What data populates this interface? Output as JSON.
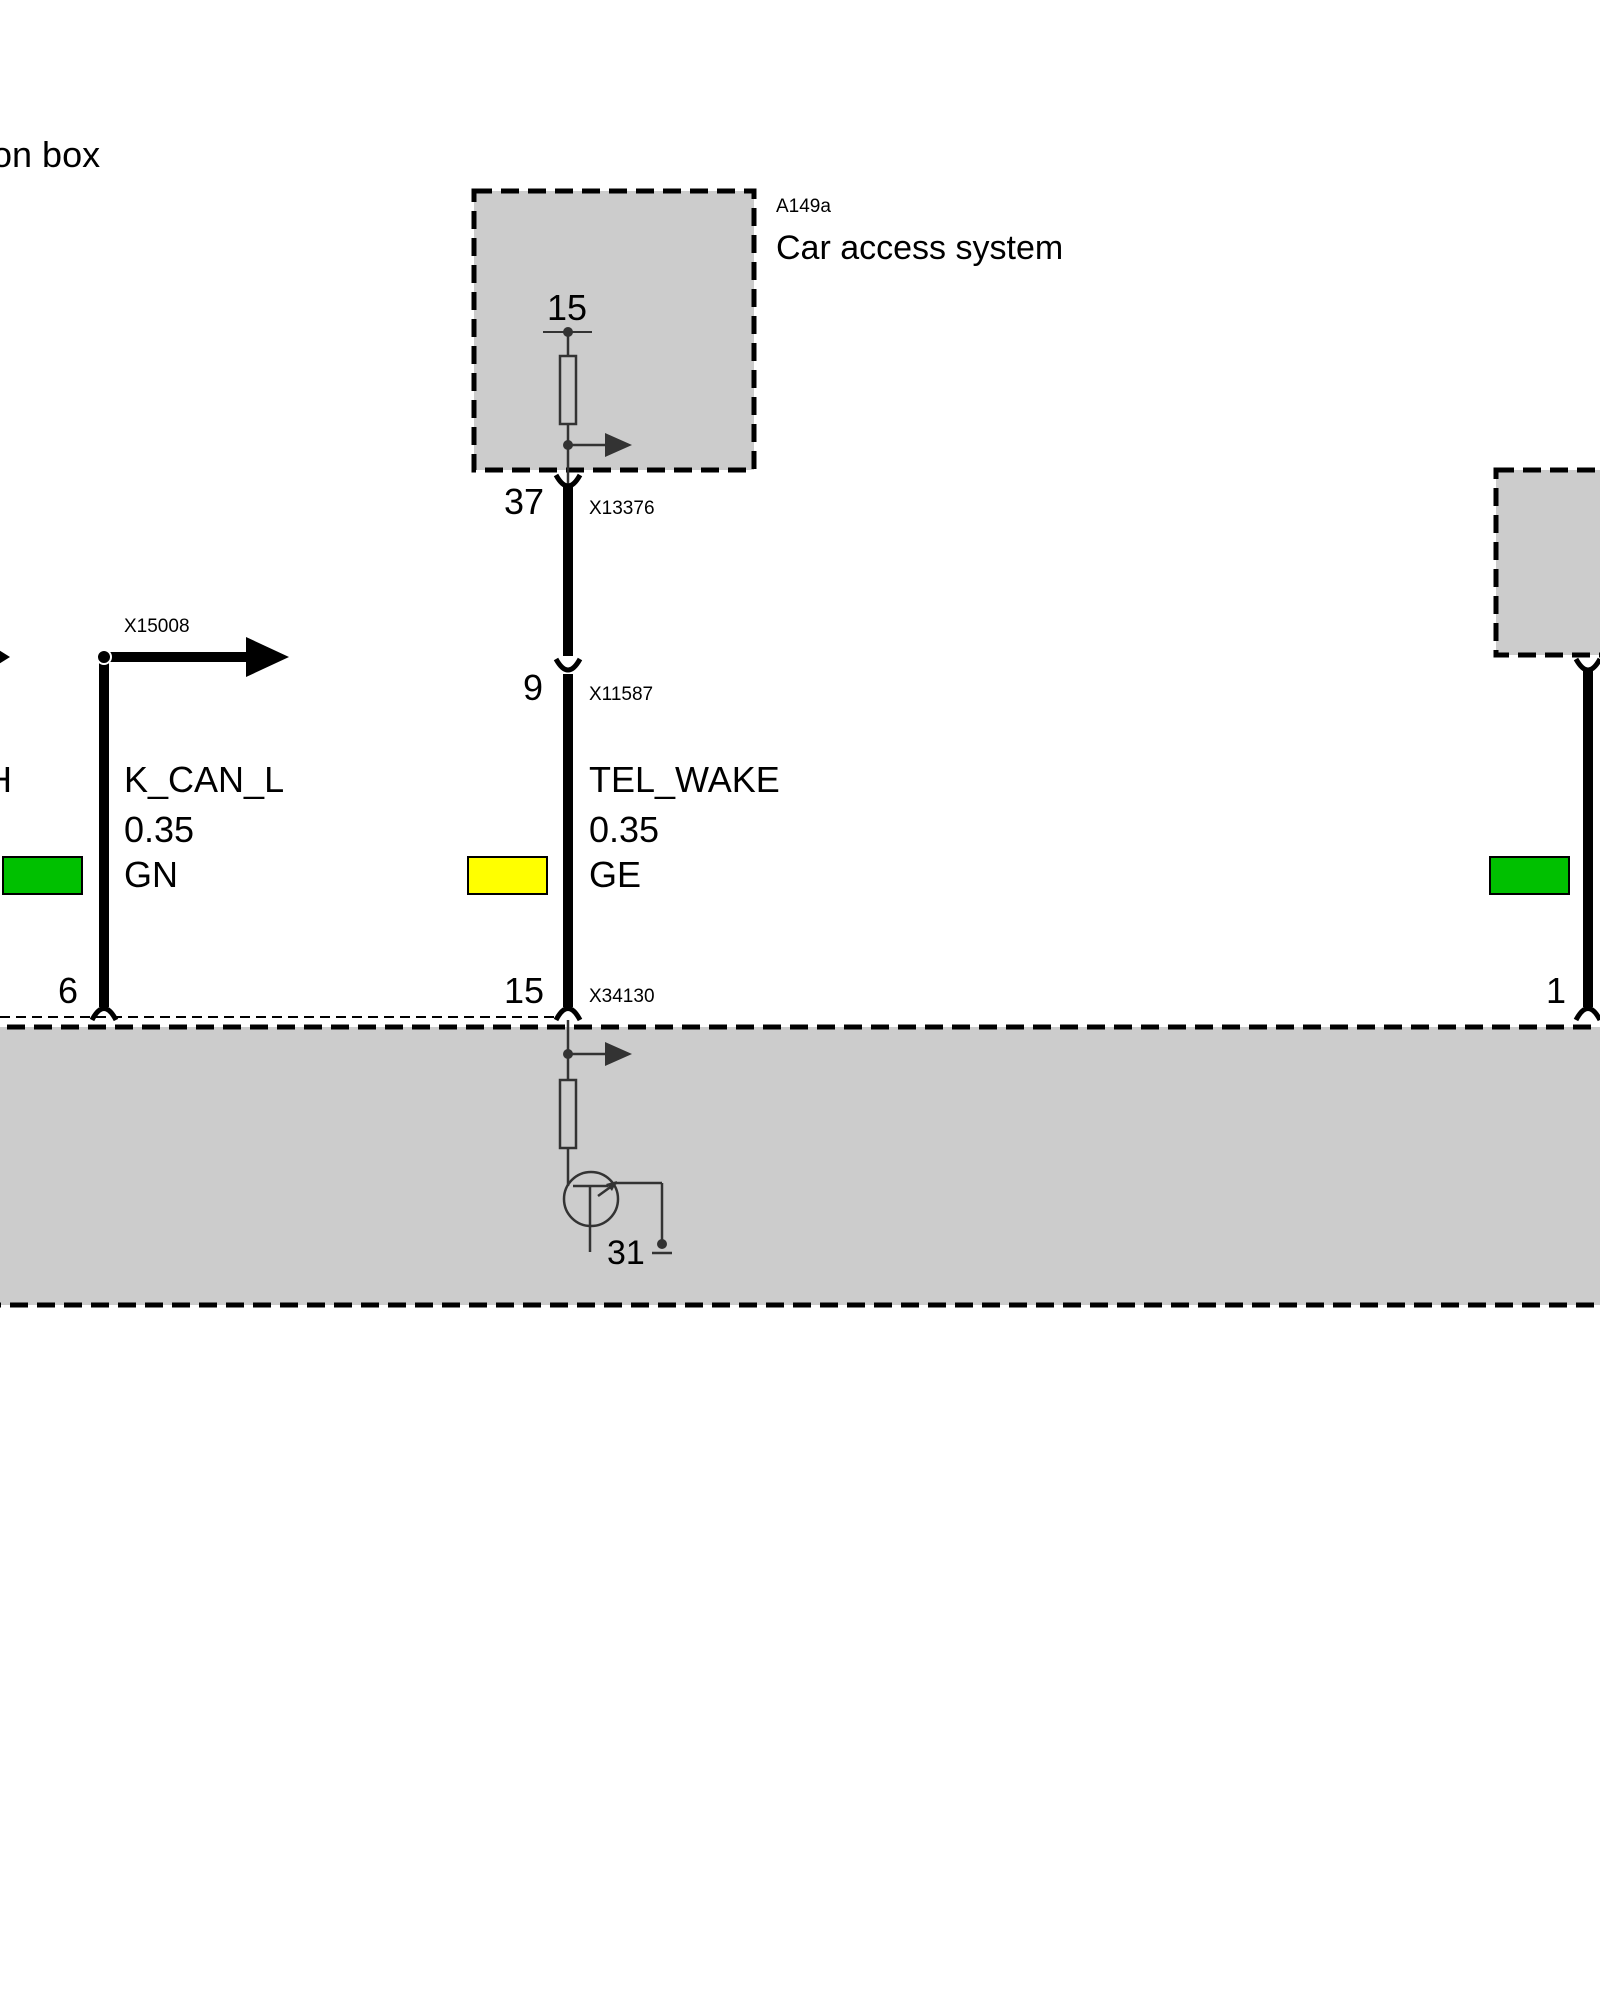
{
  "diagram": {
    "partial_label_top_left": "on box",
    "component_car_access": {
      "id": "A149a",
      "name": "Car access system",
      "terminal_supply": "15"
    },
    "connectors": {
      "car_access_out": {
        "id": "X13376",
        "pin": "37"
      },
      "mid_splice": {
        "id": "X11587",
        "pin": "9"
      },
      "can_branch": {
        "id": "X15008"
      },
      "bottom_wake": {
        "id": "X34130",
        "pin": "15"
      },
      "bottom_can_pin": "6",
      "bottom_right_pin": "1"
    },
    "wires": {
      "partial_left": {
        "name": "H"
      },
      "k_can_l": {
        "name": "K_CAN_L",
        "size": "0.35",
        "color_code": "GN",
        "swatch": "#00c000"
      },
      "tel_wake": {
        "name": "TEL_WAKE",
        "size": "0.35",
        "color_code": "GE",
        "swatch": "#ffff00"
      },
      "right_wire": {
        "swatch": "#00c000"
      }
    },
    "bottom_module": {
      "ground_terminal": "31"
    },
    "colors": {
      "module_fill": "#cccccc",
      "line": "#000000",
      "symbol": "#333333"
    }
  }
}
